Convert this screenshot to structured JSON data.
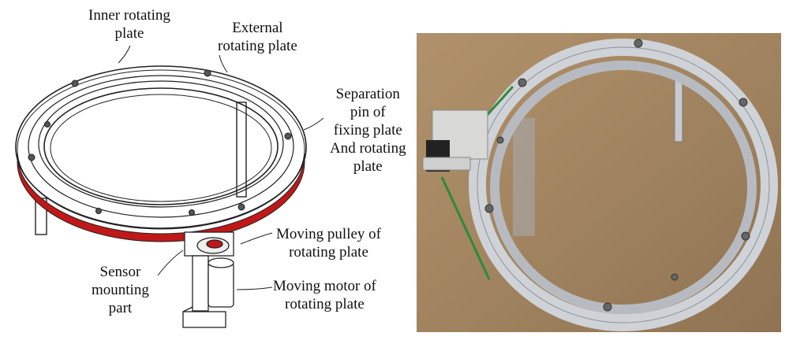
{
  "labels": {
    "inner_rotating_plate": [
      "Inner rotating",
      "plate"
    ],
    "external_rotating_plate": [
      "External",
      "rotating plate"
    ],
    "separation_pin": [
      "Separation",
      "pin of",
      "fixing plate",
      "And rotating",
      "plate"
    ],
    "moving_pulley": [
      "Moving pulley of",
      "rotating plate"
    ],
    "sensor_mounting": [
      "Sensor",
      "mounting",
      "part"
    ],
    "moving_motor": [
      "Moving motor of",
      "rotating plate"
    ]
  },
  "colors": {
    "line": "#222222",
    "red_band": "#c01818",
    "ring_aluminium": "#c9ccd2",
    "table_wood": "#a98a66",
    "belt": "#2e8a3a"
  }
}
